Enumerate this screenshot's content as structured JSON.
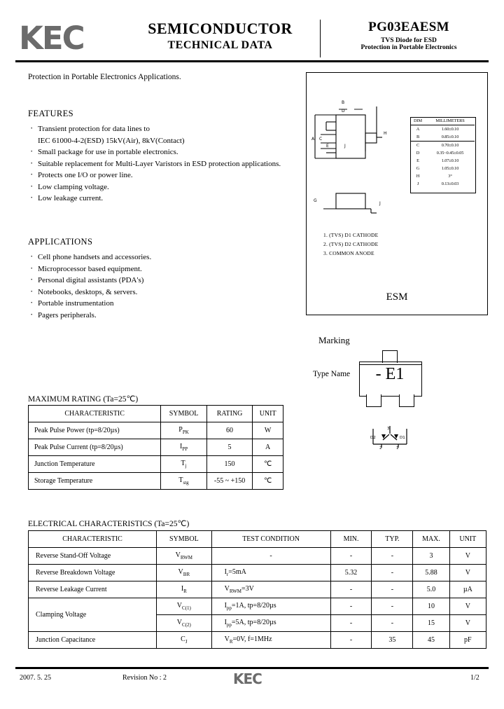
{
  "header": {
    "logo": "KEC",
    "title_line1": "SEMICONDUCTOR",
    "title_line2": "TECHNICAL DATA",
    "part_number": "PG03EAESM",
    "part_sub1": "TVS Diode for ESD",
    "part_sub2": "Protection in Portable Electronics"
  },
  "intro": "Protection in Portable Electronics Applications.",
  "features": {
    "title": "FEATURES",
    "items": [
      "Transient protection for data lines to",
      "IEC 61000-4-2(ESD) 15kV(Air), 8kV(Contact)",
      "Small package for use in portable electronics.",
      "Suitable replacement for Multi-Layer Varistors in ESD protection applications.",
      "Protects one I/O or power line.",
      "Low clamping voltage.",
      "Low leakage current."
    ]
  },
  "applications": {
    "title": "APPLICATIONS",
    "items": [
      "Cell phone handsets and accessories.",
      "Microprocessor based equipment.",
      "Personal digital assistants (PDA's)",
      "Notebooks, desktops, & servers.",
      "Portable instrumentation",
      "Pagers peripherals."
    ]
  },
  "package": {
    "name": "ESM",
    "pins": [
      "1. (TVS) D1 CATHODE",
      "2. (TVS) D2 CATHODE",
      "3. COMMON ANODE"
    ],
    "dim_header": [
      "DIM",
      "MILLIMETERS"
    ],
    "dims": [
      {
        "k": "A",
        "v": "1.60±0.10"
      },
      {
        "k": "B",
        "v": "0.85±0.10"
      },
      {
        "k": "C",
        "v": "0.70±0.10"
      },
      {
        "k": "D",
        "v": "0.35~0.45±0.05"
      },
      {
        "k": "E",
        "v": "1.07±0.10"
      },
      {
        "k": "G",
        "v": "1.05±0.10"
      },
      {
        "k": "H",
        "v": "3°"
      },
      {
        "k": "J",
        "v": "0.13±0.03"
      }
    ],
    "callouts": [
      "A",
      "B",
      "C",
      "D",
      "E",
      "G",
      "H",
      "J"
    ]
  },
  "marking": {
    "title": "Marking",
    "type_name_label": "Type Name",
    "code": "- E1",
    "schematic": {
      "d1": "D1",
      "d2": "D2",
      "pin1": "1",
      "pin2": "2",
      "pin3": "3"
    }
  },
  "max_rating": {
    "caption": "MAXIMUM RATING (Ta=25℃)",
    "columns": [
      "CHARACTERISTIC",
      "SYMBOL",
      "RATING",
      "UNIT"
    ],
    "rows": [
      {
        "characteristic": "Peak Pulse Power (tp=8/20µs)",
        "symbol": "PPK",
        "sym_base": "P",
        "sym_sub": "PK",
        "rating": "60",
        "unit": "W"
      },
      {
        "characteristic": "Peak Pulse Current (tp=8/20µs)",
        "symbol": "IPP",
        "sym_base": "I",
        "sym_sub": "PP",
        "rating": "5",
        "unit": "A"
      },
      {
        "characteristic": "Junction Temperature",
        "symbol": "Tj",
        "sym_base": "T",
        "sym_sub": "j",
        "rating": "150",
        "unit": "℃"
      },
      {
        "characteristic": "Storage Temperature",
        "symbol": "Tstg",
        "sym_base": "T",
        "sym_sub": "stg",
        "rating": "-55 ~ +150",
        "unit": "℃"
      }
    ]
  },
  "electrical": {
    "caption": "ELECTRICAL CHARACTERISTICS (Ta=25℃)",
    "columns": [
      "CHARACTERISTIC",
      "SYMBOL",
      "TEST CONDITION",
      "MIN.",
      "TYP.",
      "MAX.",
      "UNIT"
    ],
    "rows": [
      {
        "characteristic": "Reverse Stand-Off Voltage",
        "sym_base": "V",
        "sym_sub": "RWM",
        "condition": "-",
        "cond_base": "",
        "cond_sub": "",
        "cond_tail": "-",
        "min": "-",
        "typ": "-",
        "max": "3",
        "unit": "V"
      },
      {
        "characteristic": "Reverse Breakdown Voltage",
        "sym_base": "V",
        "sym_sub": "BR",
        "cond_base": "I",
        "cond_sub": "r",
        "cond_tail": "=5mA",
        "min": "5.32",
        "typ": "-",
        "max": "5.88",
        "unit": "V"
      },
      {
        "characteristic": "Reverse Leakage Current",
        "sym_base": "I",
        "sym_sub": "R",
        "cond_base": "V",
        "cond_sub": "RWM",
        "cond_tail": "=3V",
        "min": "-",
        "typ": "-",
        "max": "5.0",
        "unit": "µA"
      },
      {
        "characteristic": "Clamping Voltage",
        "sym_base": "V",
        "sym_sub": "C(1)",
        "cond_base": "I",
        "cond_sub": "pp",
        "cond_tail": "=1A, tp=8/20µs",
        "min": "-",
        "typ": "-",
        "max": "10",
        "unit": "V"
      },
      {
        "characteristic": "",
        "sym_base": "V",
        "sym_sub": "C(2)",
        "cond_base": "I",
        "cond_sub": "pp",
        "cond_tail": "=5A, tp=8/20µs",
        "min": "-",
        "typ": "-",
        "max": "15",
        "unit": "V"
      },
      {
        "characteristic": "Junction Capacitance",
        "sym_base": "C",
        "sym_sub": "J",
        "cond_base": "V",
        "cond_sub": "R",
        "cond_tail": "=0V, f=1MHz",
        "min": "-",
        "typ": "35",
        "max": "45",
        "unit": "pF"
      }
    ]
  },
  "footer": {
    "date": "2007. 5. 25",
    "revision": "Revision No : 2",
    "logo": "KEC",
    "page": "1/2"
  }
}
